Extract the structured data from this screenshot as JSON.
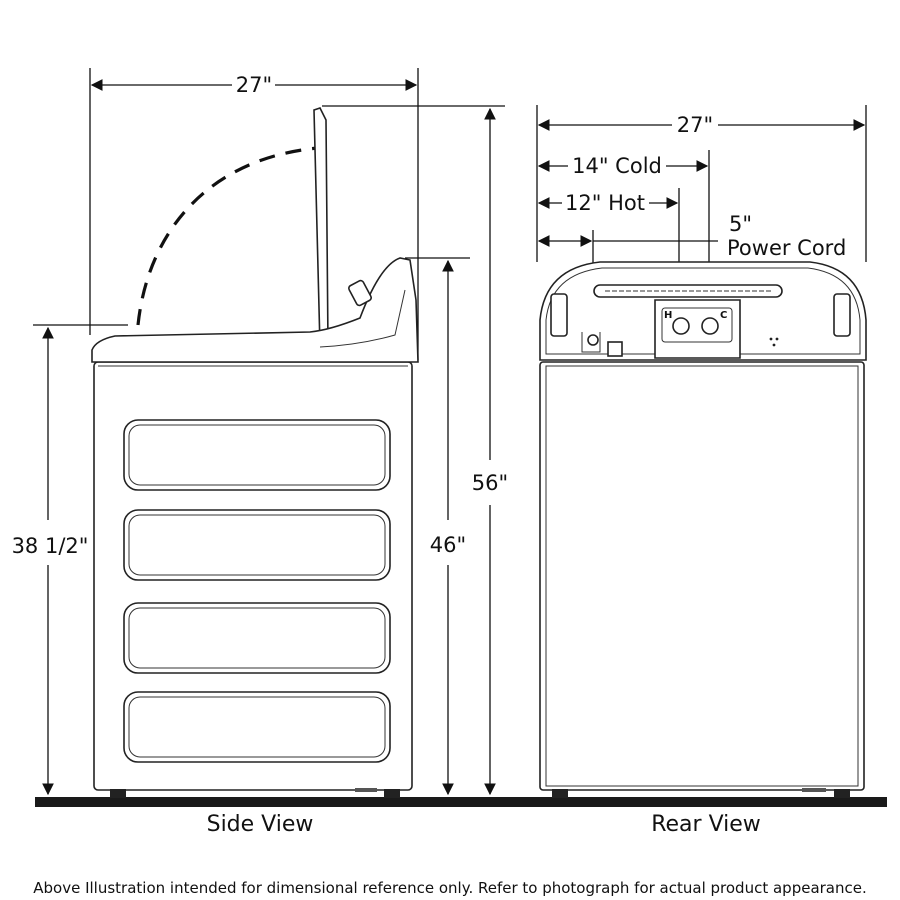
{
  "side_view": {
    "caption": "Side View",
    "width_label": "27\"",
    "height_closed_label": "38 1/2\"",
    "height_console_label": "46\"",
    "height_open_label": "56\""
  },
  "rear_view": {
    "caption": "Rear View",
    "width_label": "27\"",
    "cold_label": "14\" Cold",
    "hot_label": "12\" Hot",
    "power_cord_distance_label": "5\"",
    "power_cord_label": "Power Cord",
    "hot_marker": "H",
    "cold_marker": "C"
  },
  "footnote": "Above Illustration intended for dimensional reference only. Refer to photograph for actual product appearance."
}
